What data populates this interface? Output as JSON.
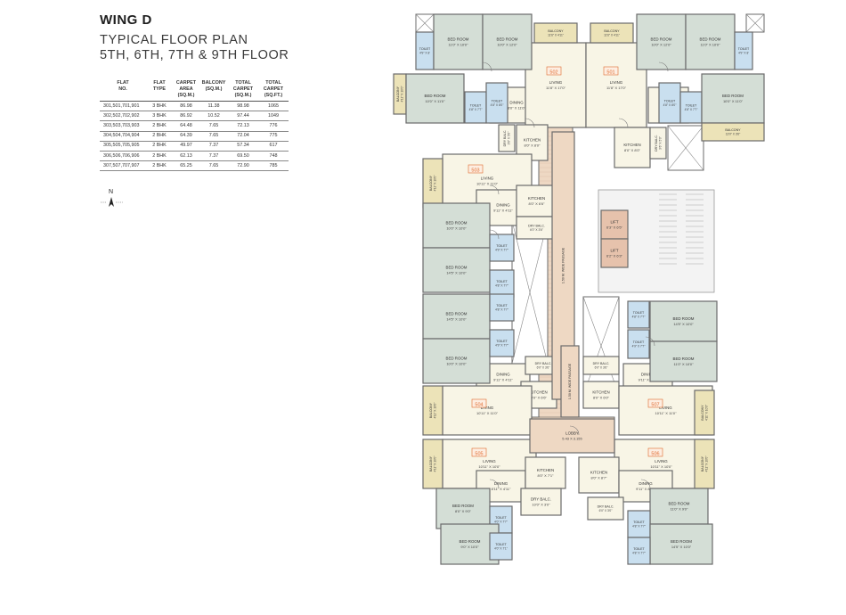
{
  "header": {
    "wing": "WING D",
    "plan_lines": [
      "TYPICAL FLOOR PLAN",
      "5TH, 6TH, 7TH & 9TH FLOOR"
    ]
  },
  "area_table": {
    "headers": [
      [
        "FLAT",
        "NO."
      ],
      [
        "FLAT",
        "TYPE"
      ],
      [
        "CARPET",
        "AREA",
        "(SQ.M.)"
      ],
      [
        "BALCONY",
        "(SQ.M.)"
      ],
      [
        "TOTAL",
        "CARPET",
        "(SQ.M.)"
      ],
      [
        "TOTAL",
        "CARPET",
        "(SQ.FT.)"
      ]
    ],
    "rows": [
      [
        "301,501,701,901",
        "3 BHK",
        "86.98",
        "11.38",
        "98.98",
        "1065"
      ],
      [
        "302,502,702,902",
        "3 BHK",
        "86.92",
        "10.52",
        "97.44",
        "1049"
      ],
      [
        "303,503,703,903",
        "2 BHK",
        "64.48",
        "7.65",
        "72.13",
        "776"
      ],
      [
        "304,504,704,904",
        "2 BHK",
        "64.39",
        "7.65",
        "72.04",
        "775"
      ],
      [
        "305,505,705,905",
        "2 BHK",
        "49.97",
        "7.37",
        "57.34",
        "617"
      ],
      [
        "306,506,706,906",
        "2 BHK",
        "62.13",
        "7.37",
        "69.50",
        "748"
      ],
      [
        "307,507,707,907",
        "2 BHK",
        "65.25",
        "7.65",
        "72.90",
        "785"
      ]
    ]
  },
  "compass": {
    "label": "N"
  },
  "colors": {
    "bedroom": "#d4ded6",
    "living": "#f8f5e6",
    "toilet": "#c9dfef",
    "balcony": "#ece3b8",
    "passage": "#eed8c3",
    "lift": "#e6c2ac",
    "wall": "#6b6b6b",
    "unit_no": "#e06a2c"
  },
  "plan": {
    "units": [
      "502",
      "501",
      "503",
      "504",
      "505",
      "507",
      "506"
    ],
    "rooms": [
      {
        "id": "tl-toilet",
        "name": "TOILET",
        "dim": "4'9\" X 8'"
      },
      {
        "id": "tl-bed1",
        "name": "BED ROOM",
        "dim": "11'0\" X 10'0\""
      },
      {
        "id": "tl-bed2",
        "name": "BED ROOM",
        "dim": "10'0\" X 12'0\""
      },
      {
        "id": "t-bal1",
        "name": "BALCONY",
        "dim": "11'6\" X 4'11\""
      },
      {
        "id": "t-bal2",
        "name": "BALCONY",
        "dim": "11'6\" X 4'11\""
      },
      {
        "id": "tr-bed2",
        "name": "BED ROOM",
        "dim": "10'0\" X 12'0\""
      },
      {
        "id": "tr-bed1",
        "name": "BED ROOM",
        "dim": "11'0\" X 10'0\""
      },
      {
        "id": "tr-toilet",
        "name": "TOILET",
        "dim": "4'9\" X 8'"
      },
      {
        "id": "l-bal",
        "name": "BALCONY",
        "dim": "4'11\" X 10'0\""
      },
      {
        "id": "l-bed3",
        "name": "BED ROOM",
        "dim": "10'0\" X 11'0\""
      },
      {
        "id": "l-toilet2",
        "name": "TOILET",
        "dim": "4'8\" X 7'7\""
      },
      {
        "id": "l-toilet3",
        "name": "TOILET",
        "dim": "4'8\" X 8'0\""
      },
      {
        "id": "l-dining",
        "name": "DINING",
        "dim": "8'0\" X 11'0\""
      },
      {
        "id": "liv502",
        "name": "LIVING",
        "dim": "11'8\" X 17'0\""
      },
      {
        "id": "liv501",
        "name": "LIVING",
        "dim": "11'8\" X 17'0\""
      },
      {
        "id": "r-dining",
        "name": "DINING",
        "dim": "8'0\" X 11'0\""
      },
      {
        "id": "r-toilet3",
        "name": "TOILET",
        "dim": "4'8\" X 8'0\""
      },
      {
        "id": "r-toilet2",
        "name": "TOILET",
        "dim": "4'8\" X 7'7\""
      },
      {
        "id": "r-bed3",
        "name": "BED ROOM",
        "dim": "10'0\" X 11'0\""
      },
      {
        "id": "r-bal",
        "name": "BALCONY",
        "dim": "13'0\" X 3'6\""
      },
      {
        "id": "dry1",
        "name": "DRY BALC.",
        "dim": "3'6\" X 5'0\""
      },
      {
        "id": "kit502",
        "name": "KITCHEN",
        "dim": "8'0\" X 8'0\""
      },
      {
        "id": "kit501",
        "name": "KITCHEN",
        "dim": "8'0\" X 8'0\""
      },
      {
        "id": "dry2",
        "name": "DRY BALC.",
        "dim": "3'6\" X 5'0\""
      },
      {
        "id": "bal503",
        "name": "BALCONY",
        "dim": "4'11\" X 10'0\""
      },
      {
        "id": "liv503",
        "name": "LIVING",
        "dim": "10'11\" X 11'0\""
      },
      {
        "id": "din503",
        "name": "DINING",
        "dim": "9'11\" X 4'11\""
      },
      {
        "id": "kit503",
        "name": "KITCHEN",
        "dim": "8'0\" X 6'6\""
      },
      {
        "id": "dry503",
        "name": "DRY BALC.",
        "dim": "6'0\" X 3'6\""
      },
      {
        "id": "bed503a",
        "name": "BED ROOM",
        "dim": "10'0\" X 10'0\""
      },
      {
        "id": "toi503a",
        "name": "TOILET",
        "dim": "4'9\" X 7'7\""
      },
      {
        "id": "bed503b",
        "name": "BED ROOM",
        "dim": "14'5\" X 10'0\""
      },
      {
        "id": "toi503b",
        "name": "TOILET",
        "dim": "4'8\" X 7'7\""
      },
      {
        "id": "passage1",
        "name": "1.50 M. WIDE PASSAGE",
        "dim": ""
      },
      {
        "id": "lift1",
        "name": "LIFT",
        "dim": "6'3\" X 6'5\""
      },
      {
        "id": "lift2",
        "name": "LIFT",
        "dim": "6'2\" X 6'3\""
      },
      {
        "id": "bed504a",
        "name": "BED ROOM",
        "dim": "14'5\" X 10'0\""
      },
      {
        "id": "toi504a",
        "name": "TOILET",
        "dim": "4'8\" X 7'7\""
      },
      {
        "id": "bed504b",
        "name": "BED ROOM",
        "dim": "10'0\" X 10'0\""
      },
      {
        "id": "toi504b",
        "name": "TOILET",
        "dim": "4'9\" X 7'7\""
      },
      {
        "id": "din504",
        "name": "DINING",
        "dim": "9'11\" X 4'11\""
      },
      {
        "id": "dry504",
        "name": "DRY BALC.",
        "dim": "6'0\" X 3'6\""
      },
      {
        "id": "kit504",
        "name": "KITCHEN",
        "dim": "8'0\" X 6'6\""
      },
      {
        "id": "bal504",
        "name": "BALCONY",
        "dim": "4'11\" X 10'0\""
      },
      {
        "id": "liv504",
        "name": "LIVING",
        "dim": "10'11\" X 11'0\""
      },
      {
        "id": "passage2",
        "name": "1.50 M. WIDE PASSAGE",
        "dim": ""
      },
      {
        "id": "toi507a",
        "name": "TOILET",
        "dim": "4'8\" X 7'7\""
      },
      {
        "id": "bed507a",
        "name": "BED ROOM",
        "dim": "14'5\" X 10'0\""
      },
      {
        "id": "toi507b",
        "name": "TOILET",
        "dim": "4'9\" X 7'7\""
      },
      {
        "id": "bed507b",
        "name": "BED ROOM",
        "dim": "11'0\" X 10'0\""
      },
      {
        "id": "dry507",
        "name": "DRY BALC.",
        "dim": "6'0\" X 3'6\""
      },
      {
        "id": "din507",
        "name": "DINING",
        "dim": "9'11\" X 4'11\""
      },
      {
        "id": "kit507",
        "name": "KITCHEN",
        "dim": "8'0\" X 6'0\""
      },
      {
        "id": "liv507",
        "name": "LIVING",
        "dim": "10'11\" X 11'0\""
      },
      {
        "id": "bal507",
        "name": "BALCONY",
        "dim": "4'11\" X 10'0\""
      },
      {
        "id": "lobby",
        "name": "LOBBY",
        "dim": "5.43 X 3.155"
      },
      {
        "id": "bal505",
        "name": "BALCONY",
        "dim": "4'11\" X 10'0\""
      },
      {
        "id": "liv505",
        "name": "LIVING",
        "dim": "10'11\" X 10'0\""
      },
      {
        "id": "din505",
        "name": "DINING",
        "dim": "8'11\" X 4'11\""
      },
      {
        "id": "kit505",
        "name": "KITCHEN",
        "dim": "8'0\" X 7'1\""
      },
      {
        "id": "dry505",
        "name": "DRY BALC.",
        "dim": "10'0\" X 3'0\""
      },
      {
        "id": "bed505a",
        "name": "BED ROOM",
        "dim": "8'0\" X 9'0\""
      },
      {
        "id": "toi505a",
        "name": "TOILET",
        "dim": "4'0\" X 7'7\""
      },
      {
        "id": "bed505b",
        "name": "BED ROOM",
        "dim": "9'0\" X 10'0\""
      },
      {
        "id": "toi505b",
        "name": "TOILET",
        "dim": "4'0\" X 7'1\""
      },
      {
        "id": "liv506",
        "name": "LIVING",
        "dim": "10'11\" X 10'0\""
      },
      {
        "id": "bal506",
        "name": "BALCONY",
        "dim": "4'11\" X 10'0\""
      },
      {
        "id": "kit506",
        "name": "KITCHEN",
        "dim": "8'0\" X 8'7\""
      },
      {
        "id": "din506",
        "name": "DINING",
        "dim": "9'11\" X 8'11\""
      },
      {
        "id": "dry506",
        "name": "DRY BALC.",
        "dim": "6'0\" X 3'0\""
      },
      {
        "id": "bed506a",
        "name": "BED ROOM",
        "dim": "11'0\" X 9'0\""
      },
      {
        "id": "toi506a",
        "name": "TOILET",
        "dim": "4'8\" X 7'7\""
      },
      {
        "id": "bed506b",
        "name": "BED ROOM",
        "dim": "14'5\" X 10'0\""
      },
      {
        "id": "toi506b",
        "name": "TOILET",
        "dim": "4'8\" X 7'7\""
      }
    ]
  }
}
